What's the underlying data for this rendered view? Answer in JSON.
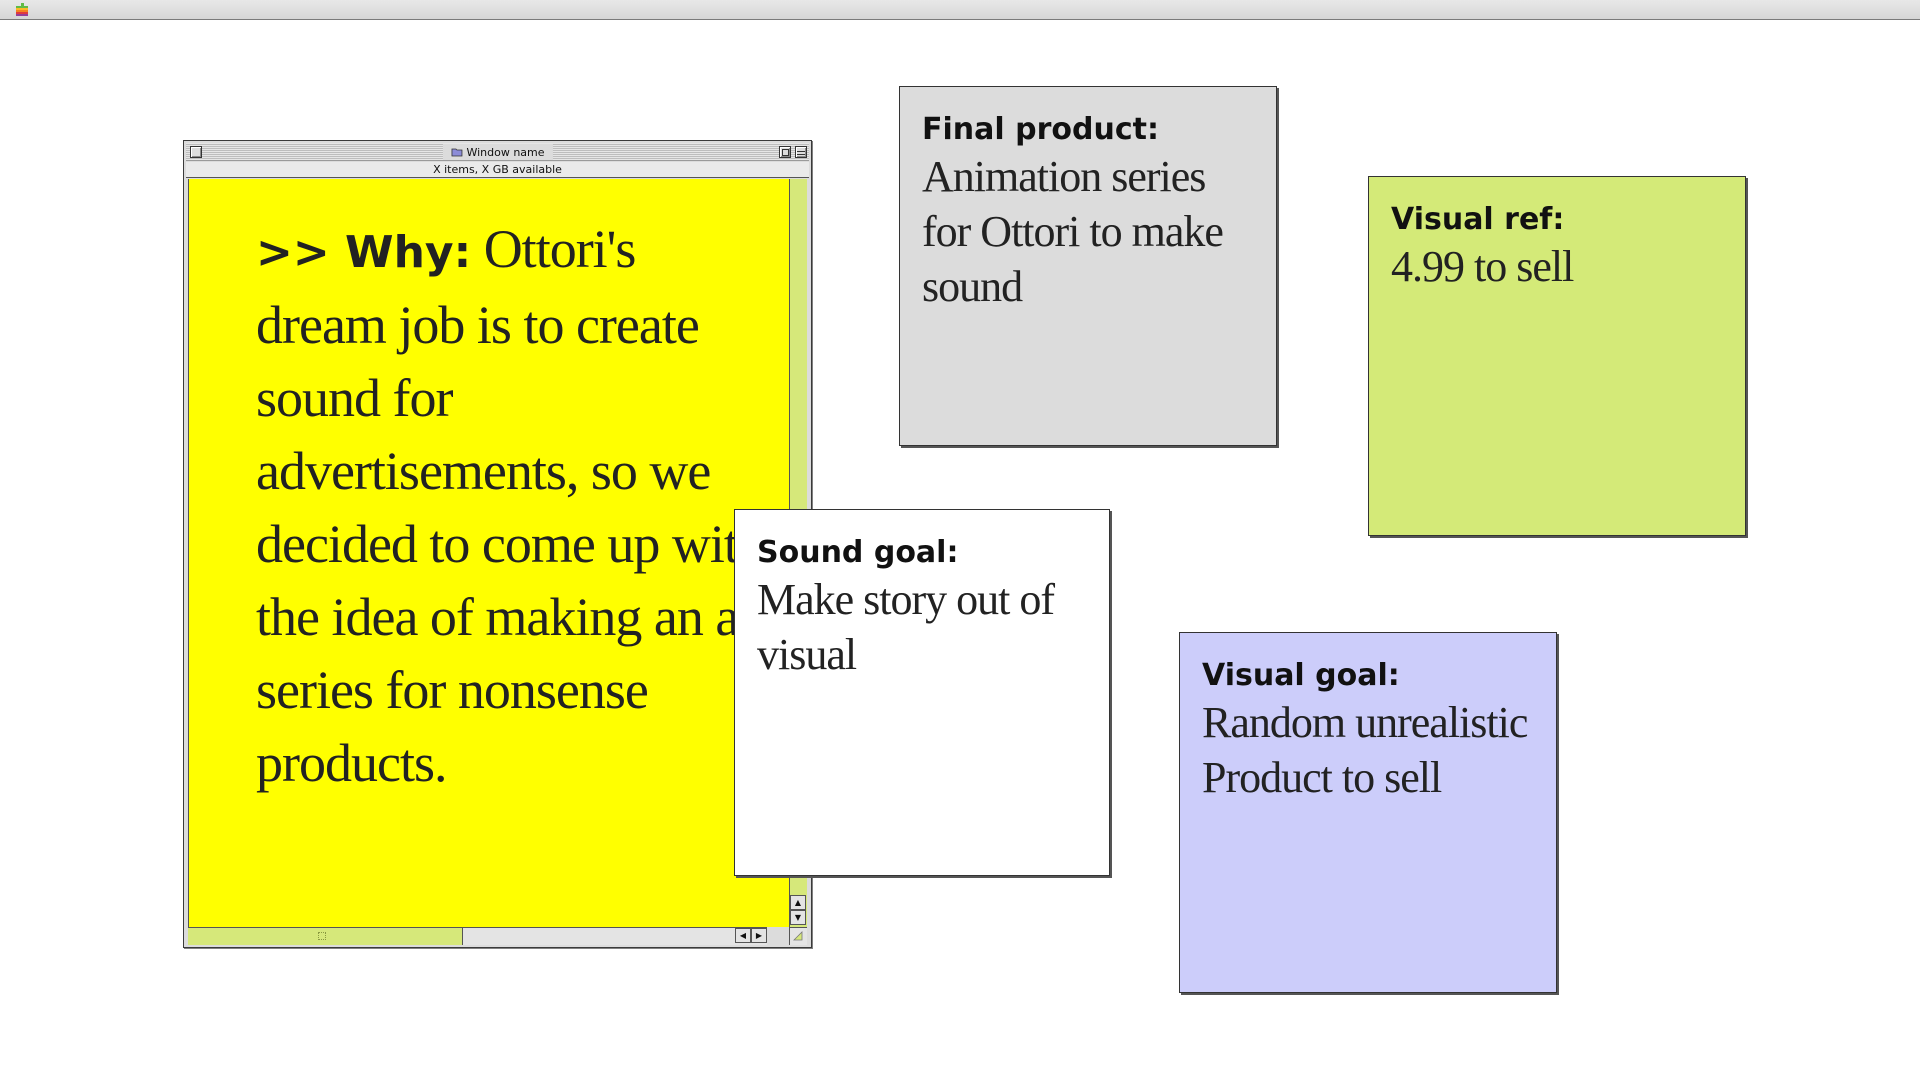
{
  "menubar": {
    "apple_icon": "apple-logo-icon"
  },
  "window": {
    "title": "Window name",
    "info": "X items, X GB available",
    "content": {
      "label": ">> Why:",
      "text": " Ottori's dream job is to create sound for advertisements, so we decided to come up with the idea of making an ad series for nonsense products.",
      "background": "#ffff00"
    }
  },
  "notes": {
    "final_product": {
      "label": "Final product:",
      "body": "Animation series for Ottori to make sound",
      "color": "#dcdcdc"
    },
    "visual_ref": {
      "label": "Visual ref:",
      "body": "4.99 to sell",
      "color": "#d4ea78"
    },
    "sound_goal": {
      "label": "Sound goal:",
      "body": "Make story out of visual",
      "color": "#ffffff"
    },
    "visual_goal": {
      "label": "Visual goal:",
      "body": "Random unrealistic Product to sell",
      "color": "#cccdfa"
    }
  },
  "scroll_icons": {
    "up": "▲",
    "down": "▼",
    "left": "◀",
    "right": "▶"
  }
}
